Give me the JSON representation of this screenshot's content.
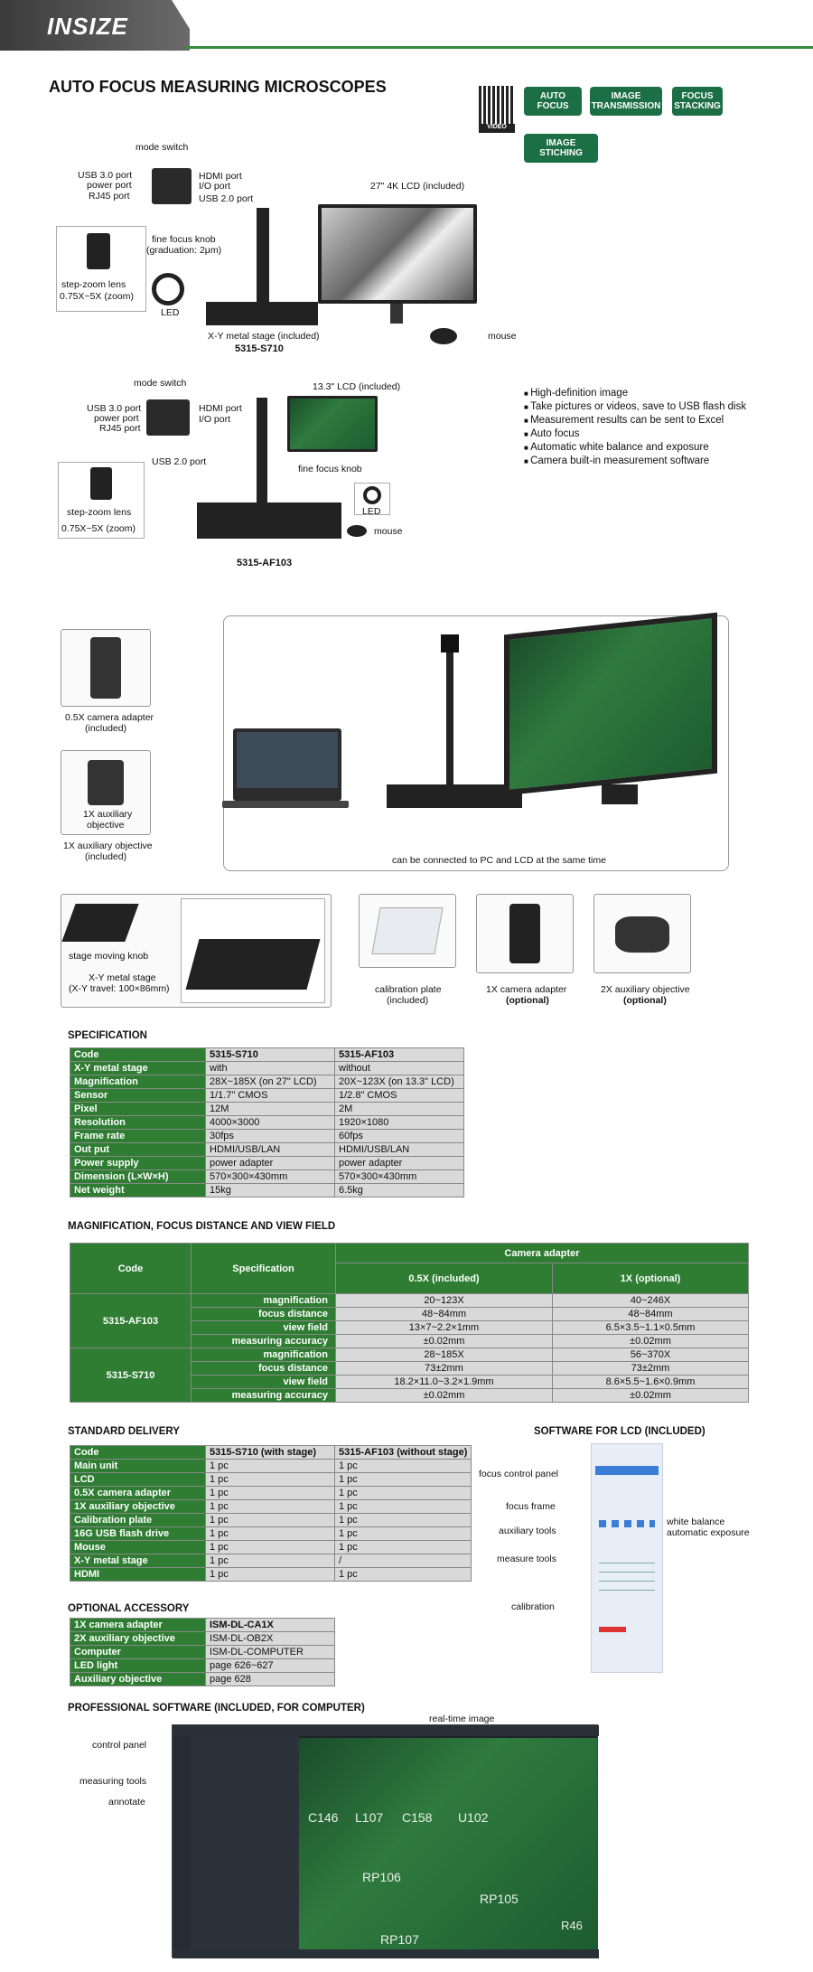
{
  "header": {
    "logo": "INSIZE"
  },
  "title": "AUTO FOCUS MEASURING MICROSCOPES",
  "qr_label": "VIDEO",
  "tags": [
    "AUTO FOCUS",
    "IMAGE TRANSMISSION",
    "FOCUS STACKING",
    "IMAGE STICHING"
  ],
  "s710": {
    "model": "5315-S710",
    "mode_switch": "mode switch",
    "usb3": "USB 3.0 port",
    "power": "power port",
    "rj45": "RJ45 port",
    "hdmi": "HDMI port",
    "io": "I/O port",
    "usb2": "USB 2.0 port",
    "lcd": "27\" 4K LCD (included)",
    "fine": "fine focus knob",
    "grad": "(graduation: 2μm)",
    "lens": "step-zoom lens",
    "zoom": "0.75X~5X (zoom)",
    "led": "LED",
    "stage": "X-Y metal stage (included)",
    "mouse": "mouse"
  },
  "af103": {
    "model": "5315-AF103",
    "mode_switch": "mode switch",
    "usb3": "USB 3.0 port",
    "power": "power port",
    "rj45": "RJ45 port",
    "hdmi": "HDMI port",
    "io": "I/O port",
    "usb2": "USB 2.0 port",
    "lcd": "13.3\" LCD (included)",
    "fine": "fine focus knob",
    "lens": "step-zoom lens",
    "zoom": "0.75X~5X (zoom)",
    "led": "LED",
    "mouse": "mouse"
  },
  "features": [
    "High-definition image",
    "Take pictures or videos, save to USB flash disk",
    "Measurement results can be sent to Excel",
    "Auto focus",
    "Automatic white balance and exposure",
    "Camera built-in measurement software"
  ],
  "acc": {
    "adapter05": "0.5X camera adapter",
    "adapter05b": "(included)",
    "obj1": "1X auxiliary",
    "obj1b": "objective",
    "obj1c": "1X auxiliary objective",
    "obj1d": "(included)",
    "pc": "can be connected to PC and LCD at the same time",
    "knob": "stage moving knob",
    "xy": "X-Y metal stage",
    "xy2": "(X-Y travel: 100×86mm)",
    "calib": "calibration plate",
    "calib2": "(included)",
    "adapter1": "1X camera adapter",
    "adapter1b": "(optional)",
    "obj2": "2X auxiliary objective",
    "obj2b": "(optional)"
  },
  "spec_title": "SPECIFICATION",
  "spec": [
    [
      "Code",
      "5315-S710",
      "5315-AF103"
    ],
    [
      "X-Y metal stage",
      "with",
      "without"
    ],
    [
      "Magnification",
      "28X~185X (on 27\" LCD)",
      "20X~123X (on 13.3\" LCD)"
    ],
    [
      "Sensor",
      "1/1.7\" CMOS",
      "1/2.8\" CMOS"
    ],
    [
      "Pixel",
      "12M",
      "2M"
    ],
    [
      "Resolution",
      "4000×3000",
      "1920×1080"
    ],
    [
      "Frame rate",
      "30fps",
      "60fps"
    ],
    [
      "Out put",
      "HDMI/USB/LAN",
      "HDMI/USB/LAN"
    ],
    [
      "Power supply",
      "power adapter",
      "power adapter"
    ],
    [
      "Dimension (L×W×H)",
      "570×300×430mm",
      "570×300×430mm"
    ],
    [
      "Net weight",
      "15kg",
      "6.5kg"
    ]
  ],
  "mag_title": "MAGNIFICATION, FOCUS DISTANCE AND VIEW FIELD",
  "mag": {
    "h_code": "Code",
    "h_spec": "Specification",
    "h_cam": "Camera adapter",
    "h_05": "0.5X (included)",
    "h_1": "1X (optional)",
    "groups": [
      {
        "code": "5315-AF103",
        "rows": [
          [
            "magnification",
            "20~123X",
            "40~246X"
          ],
          [
            "focus distance",
            "48~84mm",
            "48~84mm"
          ],
          [
            "view field",
            "13×7~2.2×1mm",
            "6.5×3.5~1.1×0.5mm"
          ],
          [
            "measuring accuracy",
            "±0.02mm",
            "±0.02mm"
          ]
        ]
      },
      {
        "code": "5315-S710",
        "rows": [
          [
            "magnification",
            "28~185X",
            "56~370X"
          ],
          [
            "focus distance",
            "73±2mm",
            "73±2mm"
          ],
          [
            "view field",
            "18.2×11.0~3.2×1.9mm",
            "8.6×5.5~1.6×0.9mm"
          ],
          [
            "measuring accuracy",
            "±0.02mm",
            "±0.02mm"
          ]
        ]
      }
    ]
  },
  "delivery_title": "STANDARD DELIVERY",
  "delivery": [
    [
      "Code",
      "5315-S710 (with stage)",
      "5315-AF103 (without stage)"
    ],
    [
      "Main unit",
      "1 pc",
      "1 pc"
    ],
    [
      "LCD",
      "1 pc",
      "1 pc"
    ],
    [
      "0.5X camera adapter",
      "1 pc",
      "1 pc"
    ],
    [
      "1X auxiliary objective",
      "1 pc",
      "1 pc"
    ],
    [
      "Calibration plate",
      "1 pc",
      "1 pc"
    ],
    [
      "16G USB flash drive",
      "1 pc",
      "1 pc"
    ],
    [
      "Mouse",
      "1 pc",
      "1 pc"
    ],
    [
      "X-Y metal stage",
      "1 pc",
      "/"
    ],
    [
      "HDMI",
      "1 pc",
      "1 pc"
    ]
  ],
  "optional_title": "OPTIONAL  ACCESSORY",
  "optional": [
    [
      "1X camera adapter",
      "ISM-DL-CA1X"
    ],
    [
      "2X auxiliary objective",
      "ISM-DL-OB2X"
    ],
    [
      "Computer",
      "ISM-DL-COMPUTER"
    ],
    [
      "LED light",
      "page 626~627"
    ],
    [
      "Auxiliary objective",
      "page 628"
    ]
  ],
  "sw_lcd_title": "SOFTWARE FOR LCD (INCLUDED)",
  "sw_lcd": {
    "panel": "focus control panel",
    "frame": "focus frame",
    "aux": "auxiliary tools",
    "measure": "measure tools",
    "calib": "calibration",
    "wb": "white balance",
    "ae": "automatic exposure"
  },
  "sw_pc_title": "PROFESSIONAL SOFTWARE (INCLUDED, FOR COMPUTER)",
  "sw_pc": {
    "realtime": "real-time image",
    "control": "control panel",
    "measure": "measuring tools",
    "annotate": "annotate",
    "pcb": [
      "C146",
      "L107",
      "C158",
      "U102",
      "RP106",
      "RP105",
      "RP107",
      "R46"
    ]
  }
}
